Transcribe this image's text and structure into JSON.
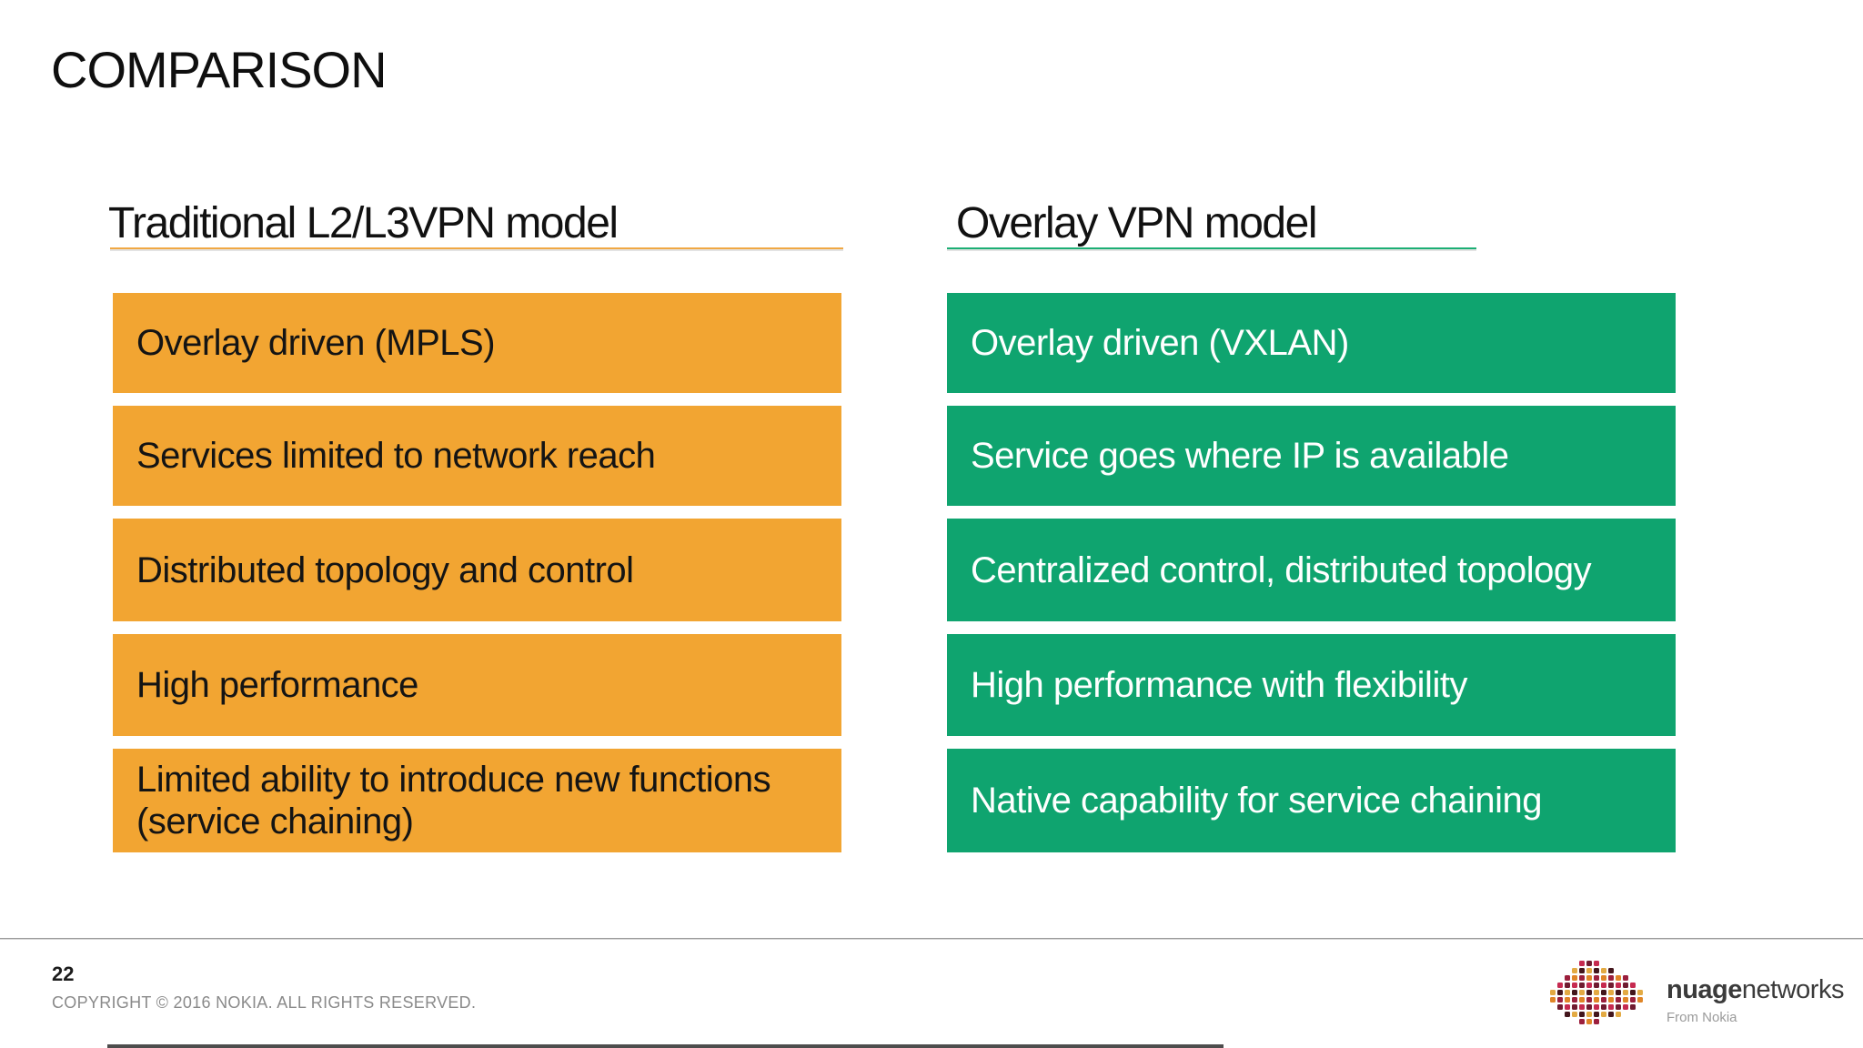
{
  "title": "COMPARISON",
  "colors": {
    "orange": "#F2A532",
    "green": "#0FA46F",
    "orange_underline": "#F0A843",
    "green_underline": "#1CAE74",
    "divider": "#9A9A9A",
    "footer_text": "#8A8A8A"
  },
  "columns": [
    {
      "header": "Traditional L2/L3VPN model",
      "accent": "#F2A532",
      "items": [
        "Overlay driven (MPLS)",
        "Services limited to network reach",
        "Distributed topology and control",
        "High performance",
        "Limited ability to introduce new functions (service chaining)"
      ]
    },
    {
      "header": "Overlay VPN model",
      "accent": "#0FA46F",
      "items": [
        "Overlay driven (VXLAN)",
        "Service goes where IP is available",
        "Centralized control, distributed topology",
        "High performance with flexibility",
        "Native capability for service chaining"
      ]
    }
  ],
  "footer": {
    "page_number": "22",
    "copyright": "COPYRIGHT © 2016 NOKIA. ALL RIGHTS RESERVED."
  },
  "logo": {
    "brand_bold": "nuage",
    "brand_regular": "networks",
    "tagline": "From Nokia",
    "palette": [
      "#c62a50",
      "#e08527",
      "#e3aa43",
      "#701b30",
      "#9c1f3d",
      "#43161c"
    ]
  }
}
